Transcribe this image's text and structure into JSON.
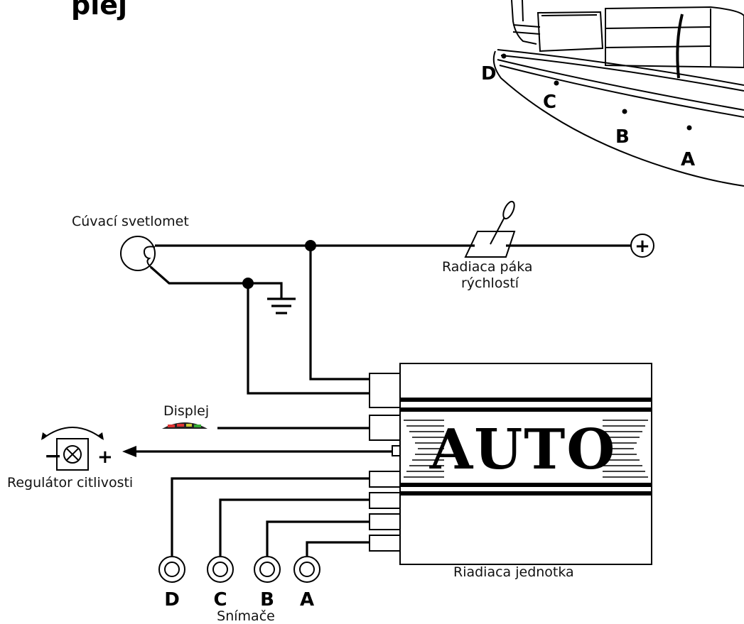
{
  "title_partial": "plej",
  "car": {
    "sensor_labels": [
      "D",
      "C",
      "B",
      "A"
    ]
  },
  "labels": {
    "reverse_light": "Cúvací svetlomet",
    "gear_lever_line1": "Radiaca páka",
    "gear_lever_line2": "rýchlostí",
    "positive_terminal": "+",
    "display": "Displej",
    "sensitivity_regulator": "Regulátor citlivosti",
    "regulator_minus": "−",
    "regulator_plus": "+",
    "control_unit": "Riadiaca jednotka",
    "unit_brand": "AUTO",
    "sensors": "Snímače"
  },
  "sensors": [
    "D",
    "C",
    "B",
    "A"
  ]
}
